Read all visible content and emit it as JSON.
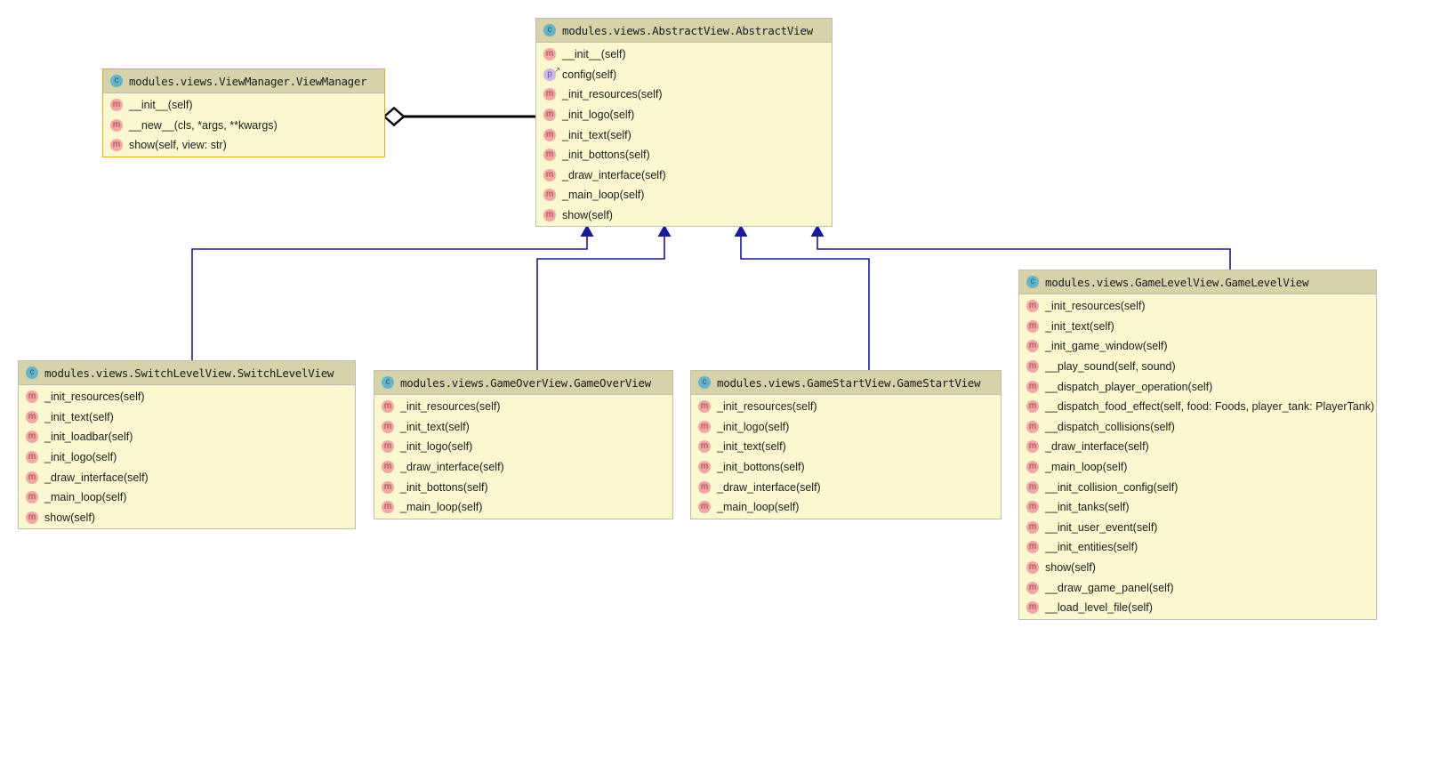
{
  "colors": {
    "canvas-bg": "#ffffff",
    "node-body": "#FBF7CE",
    "node-header": "#D6D2A9",
    "node-border": "#BEBEB2",
    "selected-border": "#EDAB1B",
    "edge-inheritance": "#1A1A96",
    "edge-aggregation": "#000000",
    "class-icon-bg": "#64B3C8",
    "class-icon-fg": "#1D5D6E",
    "method-icon-bg": "#EFA8A6",
    "method-icon-fg": "#9E3D3D",
    "property-icon-bg": "#C9B8E8",
    "property-icon-fg": "#6A4FA3",
    "text": "#1C1C1C"
  },
  "icons": {
    "class_letter": "c",
    "method_letter": "m",
    "property_letter": "p",
    "property_arrow": "↗"
  },
  "classes": {
    "view_manager": {
      "title": "modules.views.ViewManager.ViewManager",
      "members": [
        "__init__(self)",
        "__new__(cls, *args, **kwargs)",
        "show(self, view: str)"
      ]
    },
    "abstract_view": {
      "title": "modules.views.AbstractView.AbstractView",
      "members": [
        "__init__(self)",
        "config(self)",
        "_init_resources(self)",
        "_init_logo(self)",
        "_init_text(self)",
        "_init_bottons(self)",
        "_draw_interface(self)",
        "_main_loop(self)",
        "show(self)"
      ]
    },
    "switch_level_view": {
      "title": "modules.views.SwitchLevelView.SwitchLevelView",
      "members": [
        "_init_resources(self)",
        "_init_text(self)",
        "_init_loadbar(self)",
        "_init_logo(self)",
        "_draw_interface(self)",
        "_main_loop(self)",
        "show(self)"
      ]
    },
    "game_over_view": {
      "title": "modules.views.GameOverView.GameOverView",
      "members": [
        "_init_resources(self)",
        "_init_text(self)",
        "_init_logo(self)",
        "_draw_interface(self)",
        "_init_bottons(self)",
        "_main_loop(self)"
      ]
    },
    "game_start_view": {
      "title": "modules.views.GameStartView.GameStartView",
      "members": [
        "_init_resources(self)",
        "_init_logo(self)",
        "_init_text(self)",
        "_init_bottons(self)",
        "_draw_interface(self)",
        "_main_loop(self)"
      ]
    },
    "game_level_view": {
      "title": "modules.views.GameLevelView.GameLevelView",
      "members": [
        "_init_resources(self)",
        "_init_text(self)",
        "_init_game_window(self)",
        "__play_sound(self, sound)",
        "__dispatch_player_operation(self)",
        "__dispatch_food_effect(self, food: Foods, player_tank: PlayerTank)",
        "__dispatch_collisions(self)",
        "_draw_interface(self)",
        "_main_loop(self)",
        "__init_collision_config(self)",
        "__init_tanks(self)",
        "__init_user_event(self)",
        "__init_entities(self)",
        "show(self)",
        "__draw_game_panel(self)",
        "__load_level_file(self)"
      ]
    }
  },
  "relationships": [
    {
      "type": "aggregation",
      "from": "view_manager",
      "to": "abstract_view"
    },
    {
      "type": "inheritance",
      "from": "switch_level_view",
      "to": "abstract_view"
    },
    {
      "type": "inheritance",
      "from": "game_over_view",
      "to": "abstract_view"
    },
    {
      "type": "inheritance",
      "from": "game_start_view",
      "to": "abstract_view"
    },
    {
      "type": "inheritance",
      "from": "game_level_view",
      "to": "abstract_view"
    }
  ]
}
